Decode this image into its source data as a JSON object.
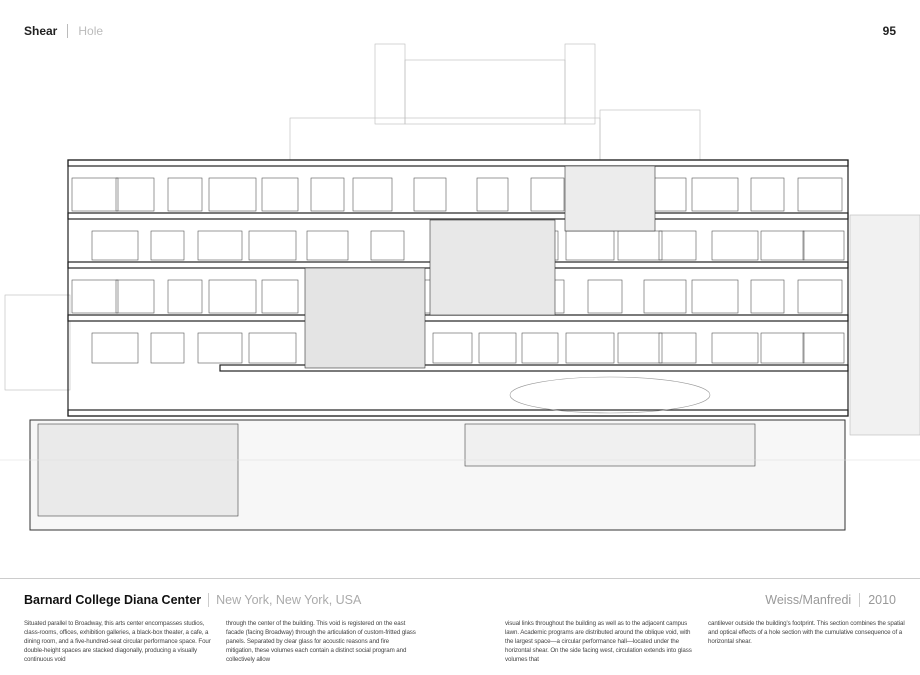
{
  "header": {
    "section": "Shear",
    "subsection": "Hole",
    "page_number": "95"
  },
  "caption": {
    "title": "Barnard College Diana Center",
    "location": "New York, New York, USA",
    "architect": "Weiss/Manfredi",
    "year": "2010",
    "columns": [
      "Situated parallel to Broadway, this arts center encompasses studios, class-rooms, offices, exhibition galleries, a black-box theater, a cafe, a dining room, and a five-hundred-seat circular performance space. Four double-height spaces are stacked diagonally, producing a visually continuous void",
      "through the center of the building. This void is registered on the east facade (facing Broadway) through the articulation of custom-fritted glass panels. Separated by clear glass for acoustic reasons and fire mitigation, these volumes each contain a distinct social program and collectively allow",
      "visual links throughout the building as well as to the adjacent campus lawn. Academic programs are distributed around the oblique void, with the largest space—a circular performance hall—located under the horizontal shear. On the side facing west, circulation extends into glass volumes that",
      "cantilever outside the building’s footprint. This section combines the spatial and optical effects of a hole section with the cumulative consequence of a horizontal shear."
    ]
  }
}
